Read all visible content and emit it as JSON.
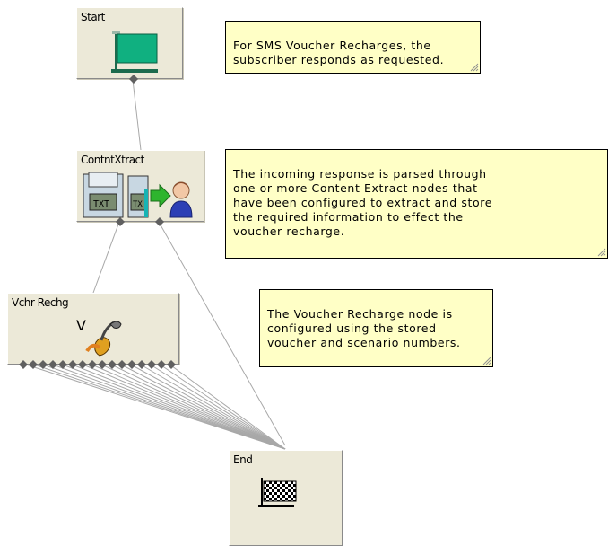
{
  "nodes": {
    "start": {
      "label": "Start"
    },
    "content_extract": {
      "label": "ContntXtract"
    },
    "voucher_recharge": {
      "label": "Vchr Rechg"
    },
    "end": {
      "label": "End"
    }
  },
  "notes": {
    "start_note": "For SMS Voucher Recharges, the\nsubscriber responds as requested.",
    "extract_note": "The incoming response is parsed through\none or more Content Extract nodes that\nhave been configured to extract and store\nthe required information to effect the\nvoucher recharge.",
    "recharge_note": "The Voucher Recharge node is\nconfigured using the stored\nvoucher and scenario numbers."
  },
  "icons": {
    "start": "green-flag-icon",
    "content_extract": "content-extract-icon",
    "voucher_recharge": "voucher-recharge-icon",
    "end": "checkered-flag-icon"
  },
  "colors": {
    "node_face": "#ece9d8",
    "note_fill": "#ffffc6",
    "start_flag": "#10b080",
    "connector": "#a0a0a0"
  }
}
